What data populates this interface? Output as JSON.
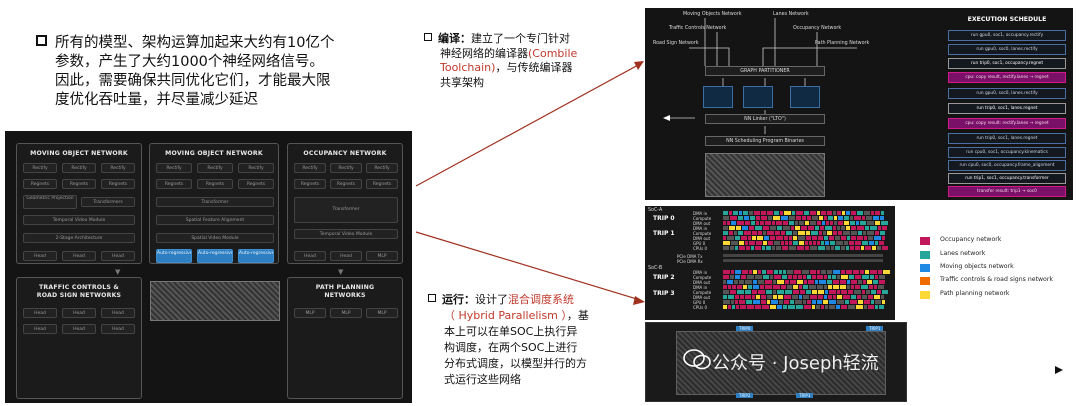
{
  "main_bullet": {
    "lines": [
      "所有的模型、架构运算加起来大约有10亿个",
      "参数，产生了大约1000个神经网络信号。",
      "因此，需要确保共同优化它们，才能最大限",
      "度优化吞吐量，并尽量减少延迟"
    ]
  },
  "compiler_note": {
    "label": "编译",
    "sep": "：",
    "text_1": "建立了一个专门针对",
    "text_2": "神经网络的编译器",
    "red_1": "(Combile",
    "red_2": "Toolchain)",
    "text_3": "，与传统编译器",
    "text_4": "共享架构"
  },
  "runtime_note": {
    "label": "运行",
    "sep": "：",
    "text_1": "设计了",
    "red_1": "混合调度系统",
    "red_2": "（ Hybrid Parallelism ）",
    "text_2": "，基",
    "lines": [
      "本上可以在单SOC上执行异",
      "构调度，在两个SOC上进行",
      "分布式调度，以模型并行的方",
      "式运行这些网络"
    ]
  },
  "left_panel": {
    "mon1": {
      "title": "MOVING OBJECT NETWORK",
      "r1": [
        "Rectify",
        "Rectify",
        "Rectify"
      ],
      "r2": [
        "Regnets",
        "Regnets",
        "Regnets"
      ],
      "r3": [
        "Geometric Projection",
        "Transformers"
      ],
      "r4": "Temporal Video Module",
      "r5": "2-Stage Architecture",
      "heads": [
        "Head",
        "Head",
        "Head"
      ]
    },
    "mon2": {
      "title": "MOVING OBJECT NETWORK",
      "r1": [
        "Rectify",
        "Rectify",
        "Rectify"
      ],
      "r2": [
        "Regnets",
        "Regnets",
        "Regnets"
      ],
      "r3": "Transformer",
      "r4": "Spatial Feature Alignment",
      "r5": "Spatial Video Module",
      "ar": [
        "Auto-regressive",
        "Auto-regressive",
        "Auto-regressive"
      ]
    },
    "occ": {
      "title": "OCCUPANCY NETWORK",
      "r1": [
        "Rectify",
        "Rectify",
        "Rectify"
      ],
      "r2": [
        "Regnets",
        "Regnets",
        "Regnets"
      ],
      "r3": "Transformer",
      "r4": "Temporal Video Module",
      "heads": [
        "Head",
        "Head",
        "MLP"
      ]
    },
    "traffic": {
      "title_1": "TRAFFIC CONTROLS &",
      "title_2": "ROAD SIGN NETWORKS",
      "cells": [
        "Head",
        "Head",
        "Head",
        "Head",
        "Head",
        "Head"
      ]
    },
    "path": {
      "title_1": "PATH PLANNING",
      "title_2": "NETWORKS",
      "cells": [
        "MLP",
        "MLP",
        "MLP"
      ]
    }
  },
  "tr_panel": {
    "inputs": [
      "Moving Objects Network",
      "Lanes Network",
      "Traffic Controls Network",
      "Occupancy Network",
      "Road Sign Network",
      "Path Planning Network"
    ],
    "partitioner": "GRAPH PARTITIONER",
    "linker": "NN Linker (\"LTO\")",
    "binaries": "NN Scheduling Program Binaries",
    "schedule_title": "EXECUTION SCHEDULE",
    "schedule": [
      "run gpu0, soc1, occupancy.rectify",
      "run gpu0, soc0, lanes.rectify",
      "run trip0, soc1, occupancy.regnet",
      "cpu: copy result, rectify.lanes → regnet",
      "run gpu0, soc0, lanes.rectify",
      "run trip0, soc1, lanes.regnet",
      "cpu: copy result: rectify.lanes → regnet",
      "run trip0, soc1, lanes.regnet",
      "run cpu0, soc1, occupancy.kinematics",
      "run cpu0, soc0, occupancy.frame_alignment",
      "run trip1, soc1, occupancy.transformer",
      "transfer result: trip1 → soc0"
    ]
  },
  "br_panel": {
    "soc_a": "SoC-A",
    "soc_b": "SoC-B",
    "trips": [
      "TRIP 0",
      "TRIP 1",
      "TRIP 2",
      "TRIP 3"
    ],
    "rows_a0": [
      "DMA in",
      "Compute",
      "DMA out"
    ],
    "rows_a1": [
      "DMA in",
      "Compute",
      "DMA out",
      "GPU 0",
      "CPUs 0"
    ],
    "pcie": [
      "PCIe DMA Tx",
      "PCIe DMA Rx"
    ],
    "rows_b2": [
      "DMA in",
      "Compute",
      "DMA out"
    ],
    "rows_b3": [
      "DMA in",
      "Compute",
      "DMA out",
      "GPU 0",
      "CPUs 0"
    ],
    "bottom_labels": [
      "TRIP0",
      "TRIP1",
      "TRIP2",
      "TRIP3"
    ]
  },
  "legend": [
    {
      "label": "Occupancy network",
      "color": "#c2185b"
    },
    {
      "label": "Lanes network",
      "color": "#26a69a"
    },
    {
      "label": "Moving objects network",
      "color": "#1e88e5"
    },
    {
      "label": "Traffic controls & road signs network",
      "color": "#ef6c00"
    },
    {
      "label": "Path planning network",
      "color": "#fdd835"
    }
  ],
  "watermark": "公众号 · Joseph轻流",
  "colors": {
    "arrow": "#a0311f",
    "red_text": "#c0392b"
  }
}
